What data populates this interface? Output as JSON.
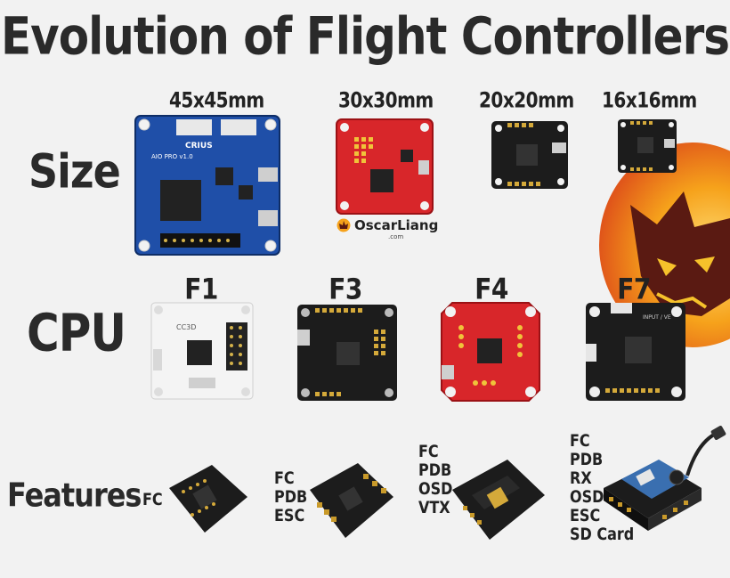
{
  "title": "Evolution of Flight Controllers",
  "rows": {
    "size": "Size",
    "cpu": "CPU",
    "features": "Features"
  },
  "sizes": [
    "45x45mm",
    "30x30mm",
    "20x20mm",
    "16x16mm"
  ],
  "cpus": [
    "F1",
    "F3",
    "F4",
    "F7"
  ],
  "brand": {
    "name": "OscarLiang",
    "sub": ".com"
  },
  "features": [
    {
      "items": [
        "FC"
      ]
    },
    {
      "items": [
        "FC",
        "PDB",
        "ESC"
      ]
    },
    {
      "items": [
        "FC",
        "PDB",
        "OSD",
        "VTX"
      ]
    },
    {
      "items": [
        "FC",
        "PDB",
        "RX",
        "OSD",
        "ESC",
        "SD Card"
      ]
    }
  ],
  "board_text": {
    "crius": "CRIUS",
    "aio": "AIO PRO v1.0",
    "cc3d": "CC3D",
    "input": "INPUT / VE"
  },
  "colors": {
    "blue": "#1f4fa8",
    "red": "#d8262a",
    "black": "#1c1c1c",
    "white": "#f4f4f4",
    "flame": "#f6a21b"
  }
}
